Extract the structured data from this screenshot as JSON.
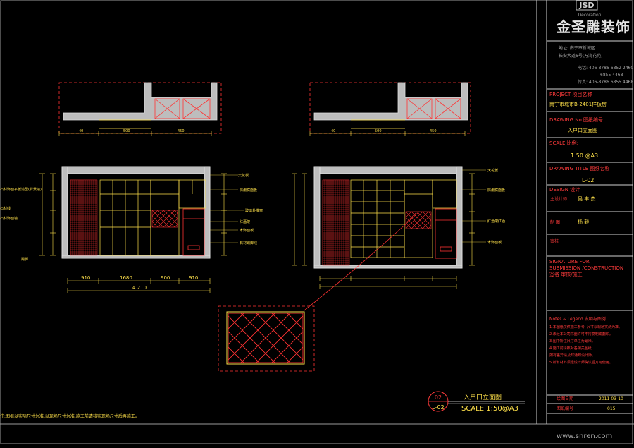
{
  "title_block": {
    "logo_mark": "JSD",
    "logo_sub": "Decoration",
    "company": "金圣雕装饰",
    "address_lines": [
      "地址:  南宁市新城区 ...",
      "长安大道6号(万湾花苑)"
    ],
    "phone_lines": [
      "电话: 406-8786  6852 2460",
      "6855 4468",
      "传真: 406-8786  6855 4468"
    ],
    "project_label": "PROJECT 项目名称",
    "project_value": "南宁市城市B-2401样板房",
    "drawing_label": "DRAWING No.图纸编号",
    "drawing_value": "入户口立面图",
    "scale_label": "SCALE 比例:",
    "scale_value": "1:50  @A3",
    "title_label": "DRAWING TITLE  图纸名称",
    "title_value": "L-02",
    "design_label": "DESIGN 设计",
    "designer_role": "主设计师",
    "designer_name": "吴  丰 杰",
    "checker_role": "制 图",
    "checker_name": "杨  毅 ",
    "review_label": "审核",
    "signature_lines": [
      "SIGNATURE FOR",
      "SUBMISSION /CONSTRUCTION",
      "签名 审核/施工"
    ],
    "notes_label": "Notes & Legend 说明与图例",
    "note_lines": [
      "1.本图纸仅供施工参考, 尺寸以现场实测为准。",
      "2.未经本公司书面许可不得复制或翻印。",
      "3.图中所注尺寸单位为毫米。",
      "4.施工前请核对各相关图纸,",
      "  如有差异请及时通知设计师。",
      "5.所有材料须经设计师确认后方可使用。"
    ],
    "date_label": "绘图日期",
    "date_value": "2011-03-10",
    "number_label": "图纸编号",
    "number_value": "015"
  },
  "drawing": {
    "tag_number": "02",
    "tag_code": "L-02",
    "title": "入户口立面图",
    "scale": "SCALE 1:50@A3",
    "footnote": "注:图框以实际尺寸为准,以现场尺寸为准,施工前请核实现场尺寸后再施工。",
    "left_dims": [
      "910",
      "1680",
      "900",
      "910"
    ],
    "left_total": "4 210",
    "top_dims_left": [
      "40",
      "500",
      "450"
    ],
    "callouts_right_left": [
      "天花板",
      "防潮腐面板",
      "玻璃外推窗",
      "红酒架",
      "木饰面板",
      "石材踢脚线"
    ],
    "callouts_left_left": [
      "石材饰面平板造型(背景墙)",
      "石材线",
      "石材饰面墙",
      "踢脚"
    ],
    "callouts_right_right": [
      "天花板",
      "防潮腐面板",
      "红酒架红酒",
      "木饰面板"
    ]
  },
  "watermark": "www.snren.com"
}
